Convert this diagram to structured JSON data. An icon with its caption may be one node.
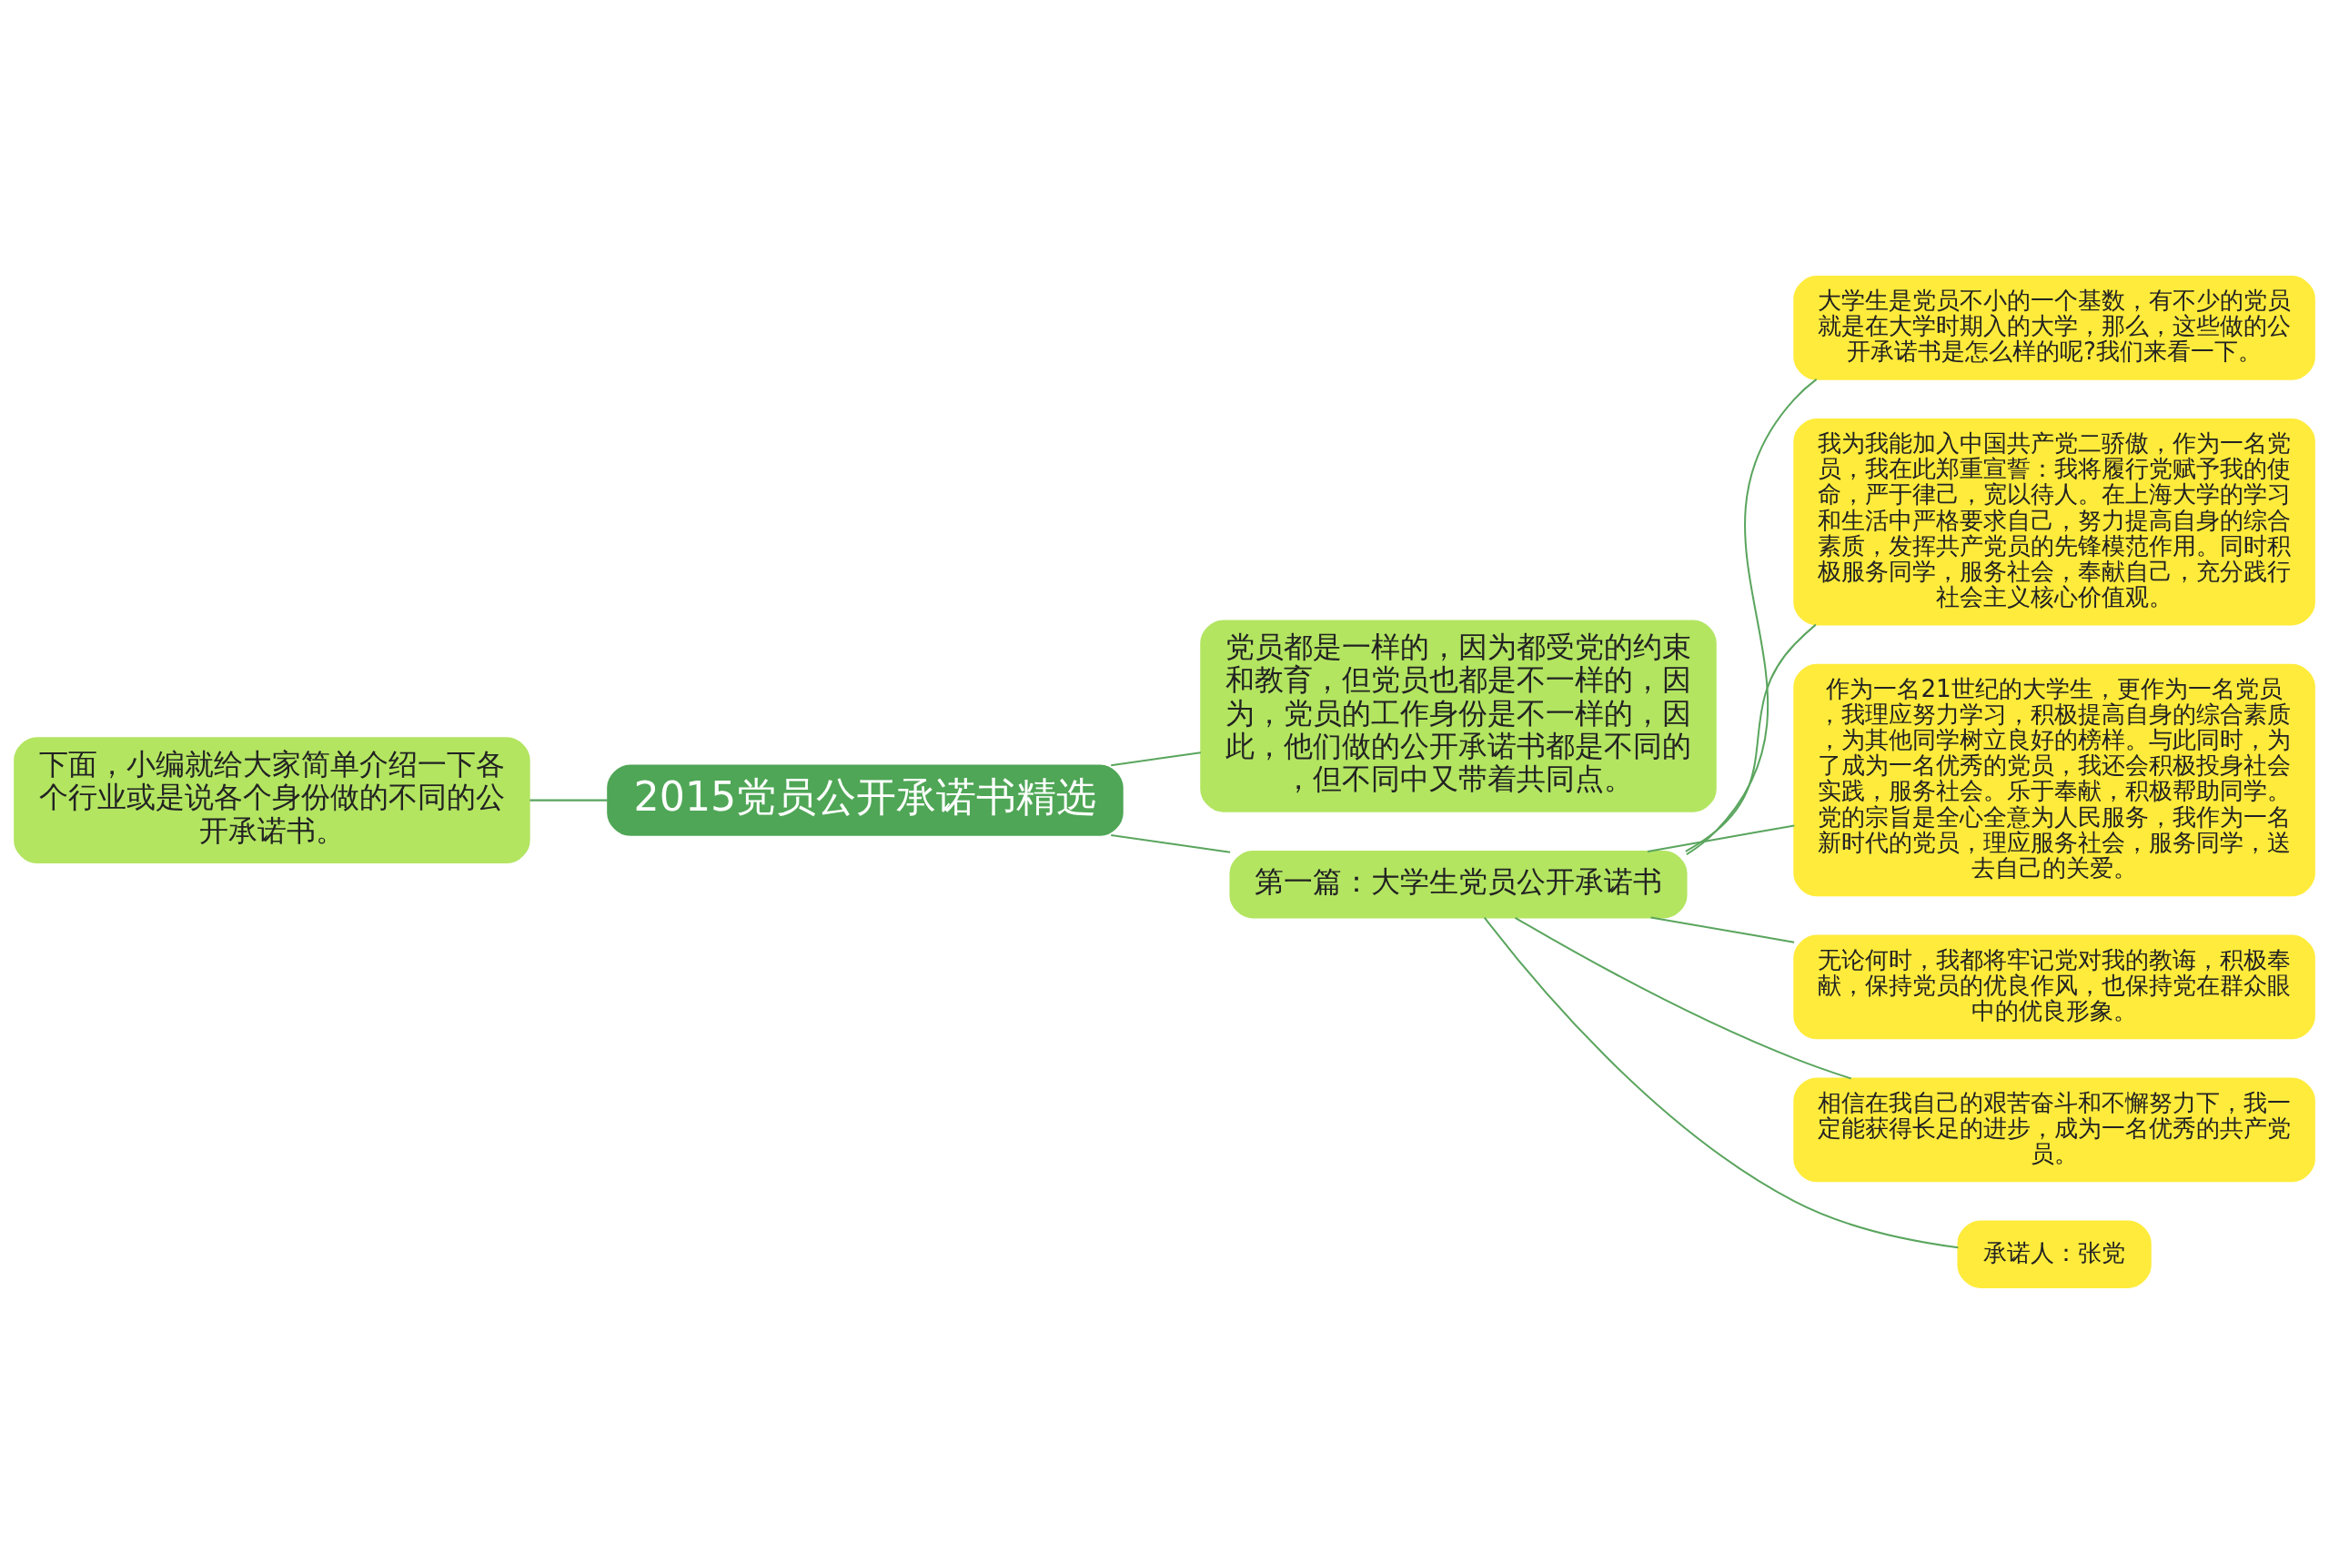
{
  "diagram": {
    "nodes": [
      {
        "text": [
          "2015党员公开承诺书精选"
        ]
      },
      {
        "text": [
          "党员都是一样的，因为都受党的约束和教育，但党员也都是不一样的，因为，党员的工作身份是不一样的，因此，他们做的公开承诺书都是不同的，但不同中又带着共同点。"
        ]
      },
      {
        "text": [
          "下面，小编就给大家简单介绍一下各个行业或是说各个身份做的不同的公开承诺书。"
        ]
      },
      {
        "text": [
          "第一篇：大学生党员公开承诺书"
        ]
      },
      {
        "text": [
          "大学生是党员不小的一个基数，有不少的党员就是在大学时期入的大学，那么，这些做的公开承诺书是怎么样的呢?我们来看一下。"
        ]
      },
      {
        "text": [
          "我为我能加入中国共产党二骄傲，作为一名党员，我在此郑重宣誓：我将履行党赋予我的使命，严于律己，宽以待人。在上海大学的学习和生活中严格要求自己，努力提高自身的综合素质，发挥共产党员的先锋模范作用。同时积极服务同学，服务社会，奉献自己，充分践行社会主义核心价值观。"
        ]
      },
      {
        "text": [
          "作为一名21世纪的大学生，更作为一名党员，我理应努力学习，积极提高自身的综合素质，为其他同学树立良好的榜样。与此同时，为了成为一名优秀的党员，我还会积极投身社会实践，服务社会。乐于奉献，积极帮助同学。党的宗旨是全心全意为人民服务，我作为一名新时代的党员，理应服务社会，服务同学，送去自己的关爱。"
        ]
      },
      {
        "text": [
          "无论何时，我都将牢记党对我的教诲，积极奉献，保持党员的优良作风，也保持党在群众眼中的优良形象。"
        ]
      },
      {
        "text": [
          "相信在我自己的艰苦奋斗和不懈努力下，我一定能获得长足的进步，成为一名优秀的共产党员。"
        ]
      },
      {
        "text": [
          "承诺人：张党"
        ]
      }
    ],
    "edges": [
      {
        "from": 0,
        "to": 1,
        "arrow": "none"
      },
      {
        "from": 2,
        "to": 0,
        "arrow": "none"
      },
      {
        "from": 0,
        "to": 3,
        "arrow": "none"
      },
      {
        "from": 3,
        "to": 4,
        "arrow": "none"
      },
      {
        "from": 3,
        "to": 5,
        "arrow": "none"
      },
      {
        "from": 3,
        "to": 6,
        "arrow": "none"
      },
      {
        "from": 3,
        "to": 7,
        "arrow": "none"
      },
      {
        "from": 3,
        "to": 8,
        "arrow": "none"
      },
      {
        "from": 3,
        "to": 9,
        "arrow": "none"
      }
    ]
  }
}
